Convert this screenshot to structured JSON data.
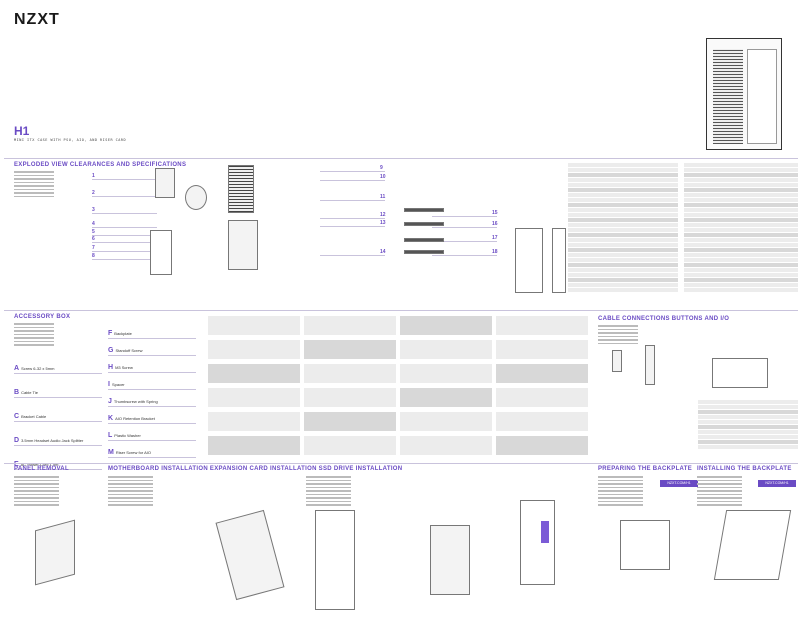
{
  "brand": "NZXT",
  "product": {
    "model": "H1",
    "subtitle": "MINI ITX CASE WITH PSU, AIO, AND RISER CARD"
  },
  "sections": {
    "exploded": "EXPLODED VIEW CLEARANCES AND SPECIFICATIONS",
    "accessory": "ACCESSORY BOX",
    "cable": "CABLE CONNECTIONS BUTTONS AND I/O",
    "panel": "PANEL REMOVAL",
    "install": "MOTHERBOARD INSTALLATION EXPANSION CARD INSTALLATION SSD DRIVE INSTALLATION",
    "prep": "PREPARING THE BACKPLATE",
    "installbp": "INSTALLING THE BACKPLATE"
  },
  "parts": [
    "1",
    "2",
    "3",
    "4",
    "5",
    "6",
    "7",
    "8",
    "9",
    "10",
    "11",
    "12",
    "13",
    "14",
    "15",
    "16",
    "17",
    "18"
  ],
  "accessories": [
    {
      "letter": "A",
      "name": "Screw 6-32 x 5mm"
    },
    {
      "letter": "B",
      "name": "Cable Tie"
    },
    {
      "letter": "C",
      "name": "Bracket Cable"
    },
    {
      "letter": "D",
      "name": "3.5mm Headset Audio Jack Splitter"
    },
    {
      "letter": "E",
      "name": "AC Power Cord 1.5m"
    },
    {
      "letter": "F",
      "name": "Backplate"
    },
    {
      "letter": "G",
      "name": "Standoff Screw"
    },
    {
      "letter": "H",
      "name": "M3 Screw"
    },
    {
      "letter": "I",
      "name": "Spacer"
    },
    {
      "letter": "J",
      "name": "Thumbscrew with Spring"
    },
    {
      "letter": "K",
      "name": "AIO Retention Bracket"
    },
    {
      "letter": "L",
      "name": "Plastic Washer"
    },
    {
      "letter": "M",
      "name": "Riser Screw for AIO"
    }
  ],
  "buttons": {
    "prep": "NZXT.COM/H1",
    "install": "NZXT.COM/H1"
  },
  "colors": {
    "accent": "#6a4bc4"
  }
}
